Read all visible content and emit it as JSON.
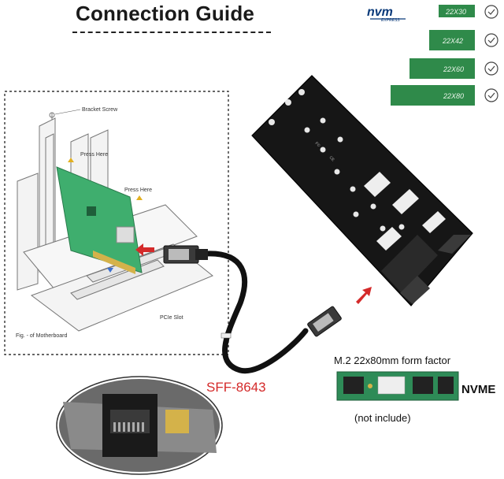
{
  "title": "Connection Guide",
  "nvme_logo": "nvm",
  "nvme_logo_sub": "EXPRESS",
  "size_labels": [
    "22X30",
    "22X42",
    "22X60",
    "22X80"
  ],
  "diagram_labels": {
    "bracket_screw": "Bracket Screw",
    "press_here_1": "Press Here",
    "press_here_2": "Press Here",
    "pcie_slot": "PCIe Slot",
    "motherboard": "Fig. - of Motherboard"
  },
  "cable_label": "SFF-8643",
  "m2_form_factor": "M.2 22x80mm form factor",
  "nvme_label": "NVME",
  "not_include": "(not include)",
  "colors": {
    "accent_red": "#d42a2a",
    "pcb_green": "#3fae6e",
    "m2_green": "#2e8b57"
  }
}
